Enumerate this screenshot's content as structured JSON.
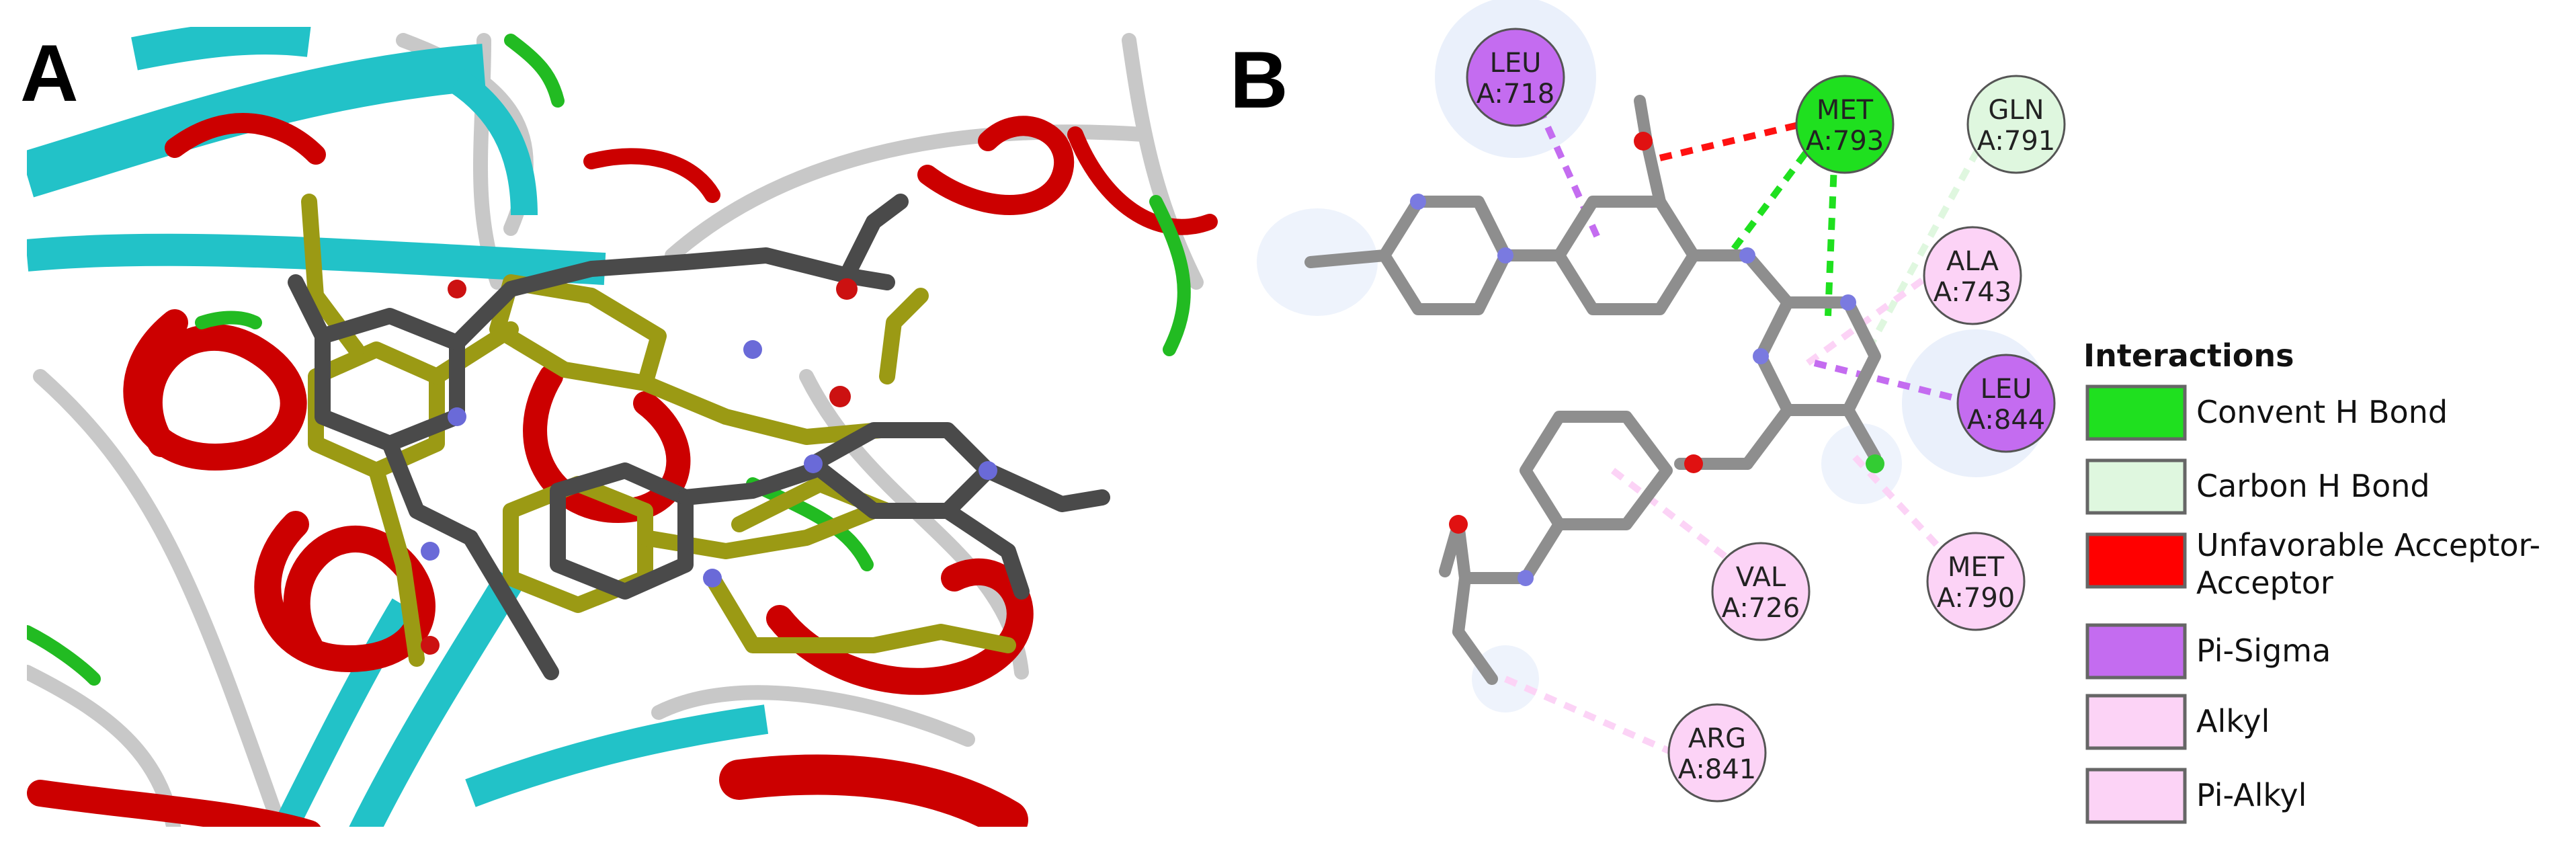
{
  "panels": {
    "a_label": "A",
    "b_label": "B"
  },
  "residues": [
    {
      "id": "leu718",
      "line1": "LEU",
      "line2": "A:718",
      "type": "pi_sigma"
    },
    {
      "id": "met793",
      "line1": "MET",
      "line2": "A:793",
      "type": "conventional_h_bond"
    },
    {
      "id": "gln791",
      "line1": "GLN",
      "line2": "A:791",
      "type": "carbon_h_bond"
    },
    {
      "id": "ala743",
      "line1": "ALA",
      "line2": "A:743",
      "type": "alkyl"
    },
    {
      "id": "leu844",
      "line1": "LEU",
      "line2": "A:844",
      "type": "pi_sigma"
    },
    {
      "id": "met790",
      "line1": "MET",
      "line2": "A:790",
      "type": "alkyl"
    },
    {
      "id": "val726",
      "line1": "VAL",
      "line2": "A:726",
      "type": "alkyl"
    },
    {
      "id": "arg841",
      "line1": "ARG",
      "line2": "A:841",
      "type": "alkyl"
    }
  ],
  "legend": {
    "title": "Interactions",
    "items": [
      {
        "label_lines": [
          "Convent H Bond"
        ],
        "color": "#1fe01f"
      },
      {
        "label_lines": [
          "Carbon H Bond"
        ],
        "color": "#dff7df"
      },
      {
        "label_lines": [
          "Unfavorable Acceptor-",
          "Acceptor"
        ],
        "color": "#ff0000"
      },
      {
        "label_lines": [
          "Pi-Sigma"
        ],
        "color": "#c46cf0"
      },
      {
        "label_lines": [
          "Alkyl"
        ],
        "color": "#fcd3f6"
      },
      {
        "label_lines": [
          "Pi-Alkyl"
        ],
        "color": "#fcd3f6"
      }
    ]
  },
  "colors": {
    "conventional_h_bond": "#1fe01f",
    "carbon_h_bond": "#dff7df",
    "unfavorable": "#ff0000",
    "pi_sigma": "#c46cf0",
    "alkyl": "#fcd3f6",
    "ribbon_helix": "#cc0000",
    "ribbon_sheet": "#22c2c8",
    "ribbon_coil": "#c8c8c8",
    "ribbon_turn": "#22bb22",
    "ligand_docked": "#4a4a4a",
    "ligand_reference": "#9b9a14",
    "nitrogen": "#6a6ad8",
    "oxygen": "#cc1111"
  }
}
